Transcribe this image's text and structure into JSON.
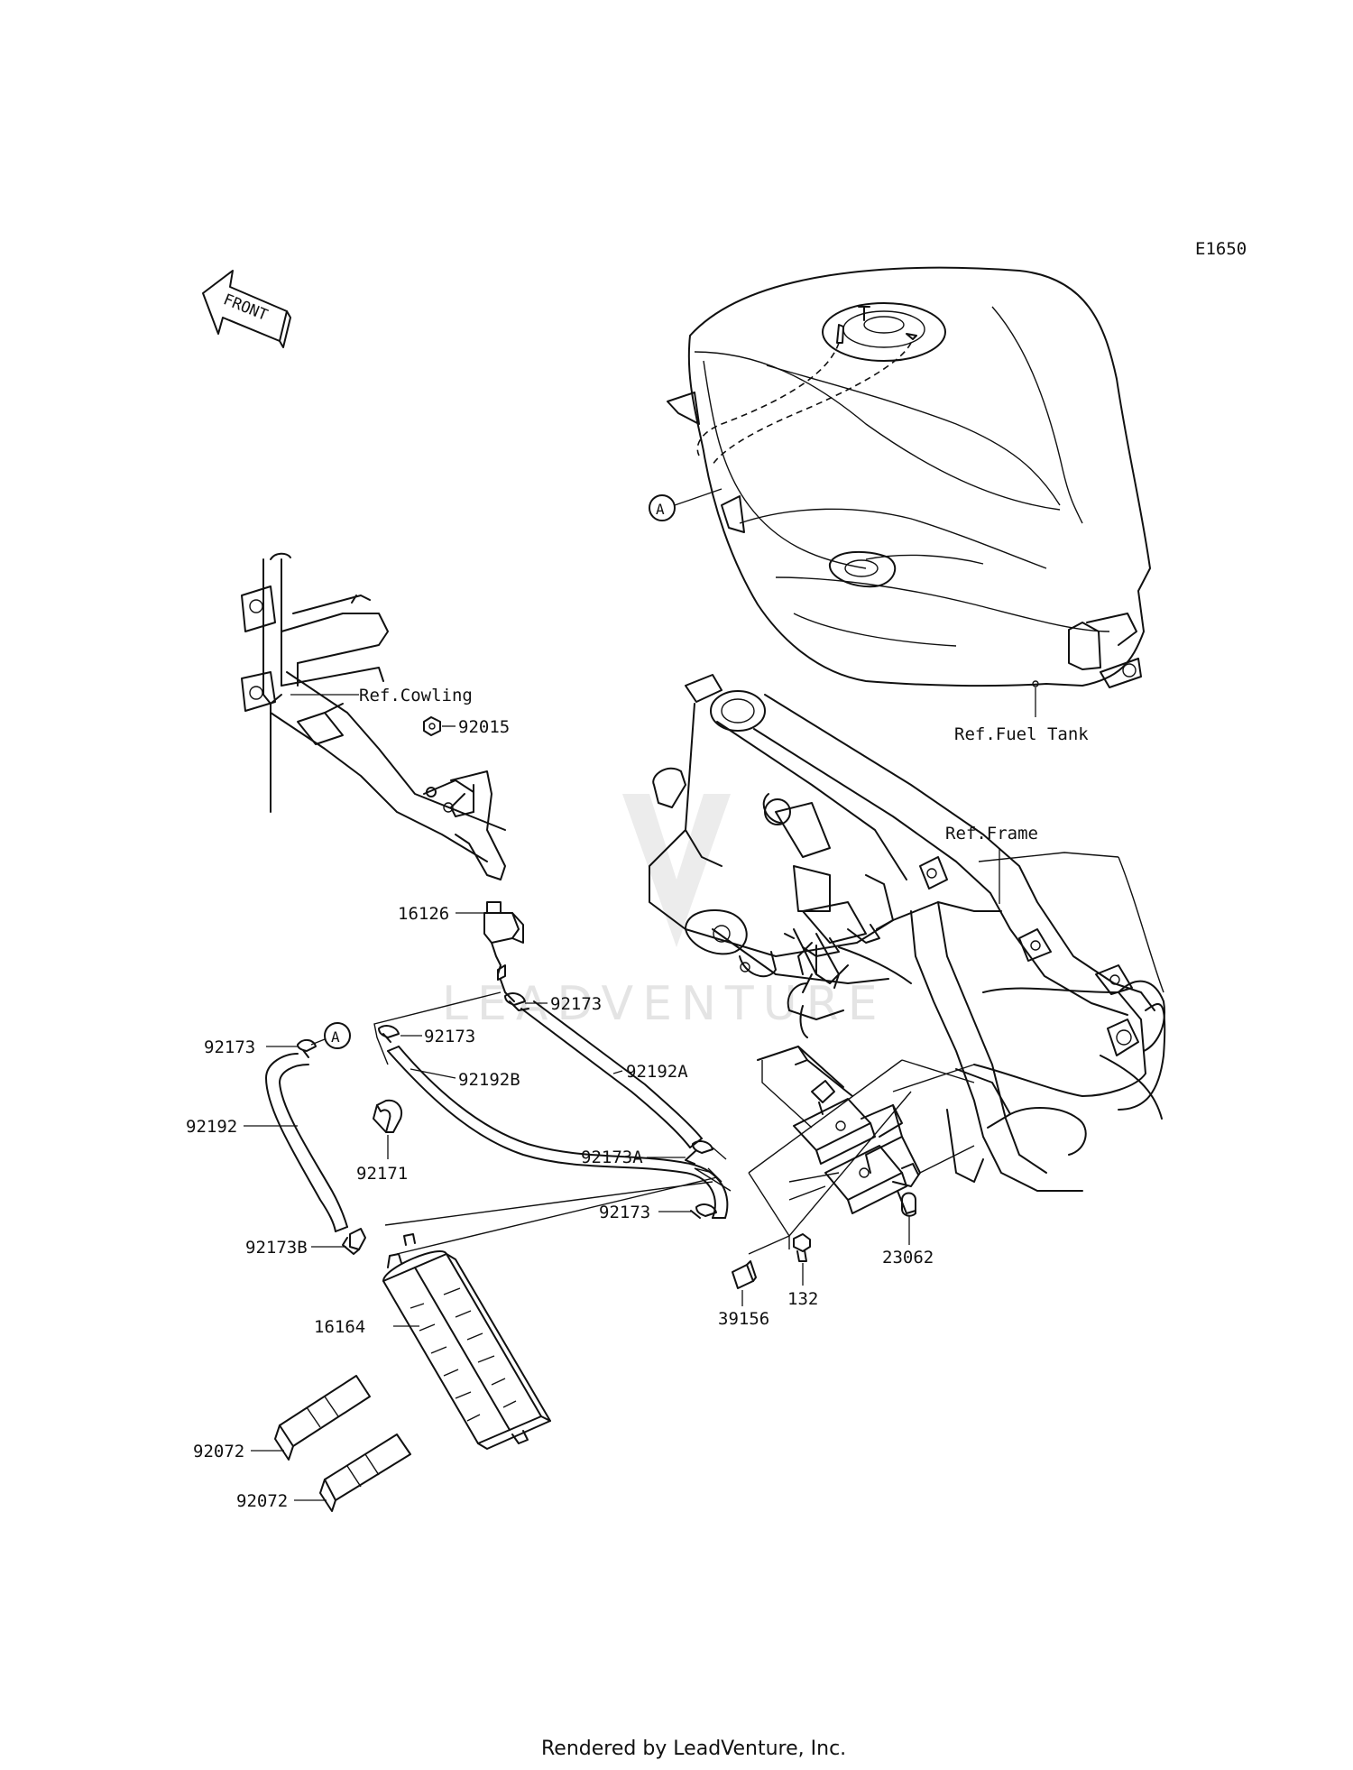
{
  "diagram_code": "E1650",
  "front_label": "FRONT",
  "watermark": "LEADVENTURE",
  "callout_a": "A",
  "refs": {
    "cowling": "Ref.Cowling",
    "fuel_tank": "Ref.Fuel Tank",
    "frame": "Ref.Frame"
  },
  "parts": {
    "p92015": "92015",
    "p16126": "16126",
    "p92173_top": "92173",
    "p92173_mid": "92173",
    "p92173_left": "92173",
    "p92173_low": "92173",
    "p92192A": "92192A",
    "p92192B": "92192B",
    "p92192": "92192",
    "p92171": "92171",
    "p92173A": "92173A",
    "p92173B": "92173B",
    "p16164": "16164",
    "p92072_a": "92072",
    "p92072_b": "92072",
    "p23062": "23062",
    "p132": "132",
    "p39156": "39156"
  },
  "footer": "Rendered by LeadVenture, Inc."
}
